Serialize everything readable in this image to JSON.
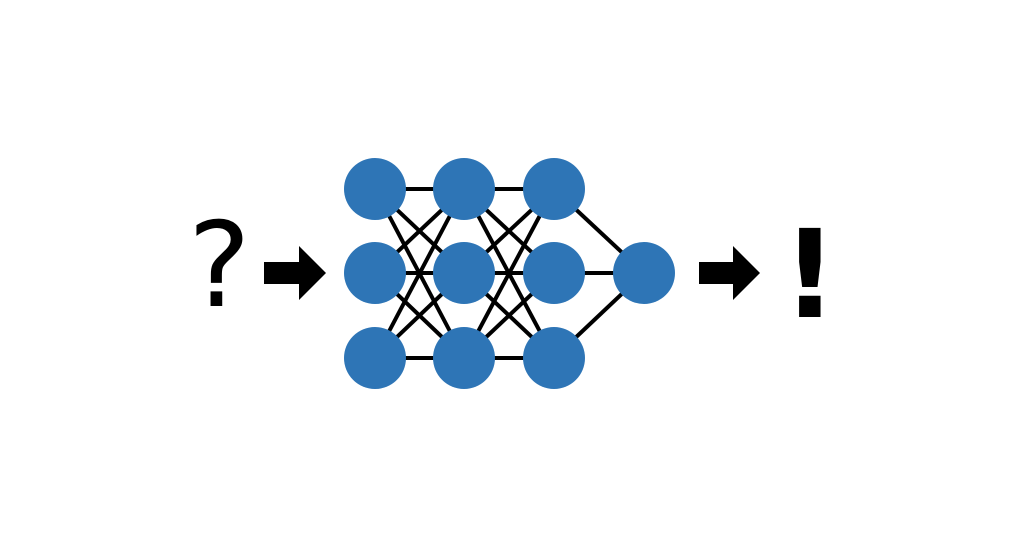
{
  "input_symbol": "?",
  "output_symbol": "!",
  "network": {
    "layers": [
      3,
      3,
      3,
      1
    ],
    "node_color": "#2e75b6",
    "edge_color": "#000000"
  },
  "arrow_color": "#000000",
  "icons": {
    "input_arrow": "right-arrow-icon",
    "output_arrow": "right-arrow-icon"
  }
}
